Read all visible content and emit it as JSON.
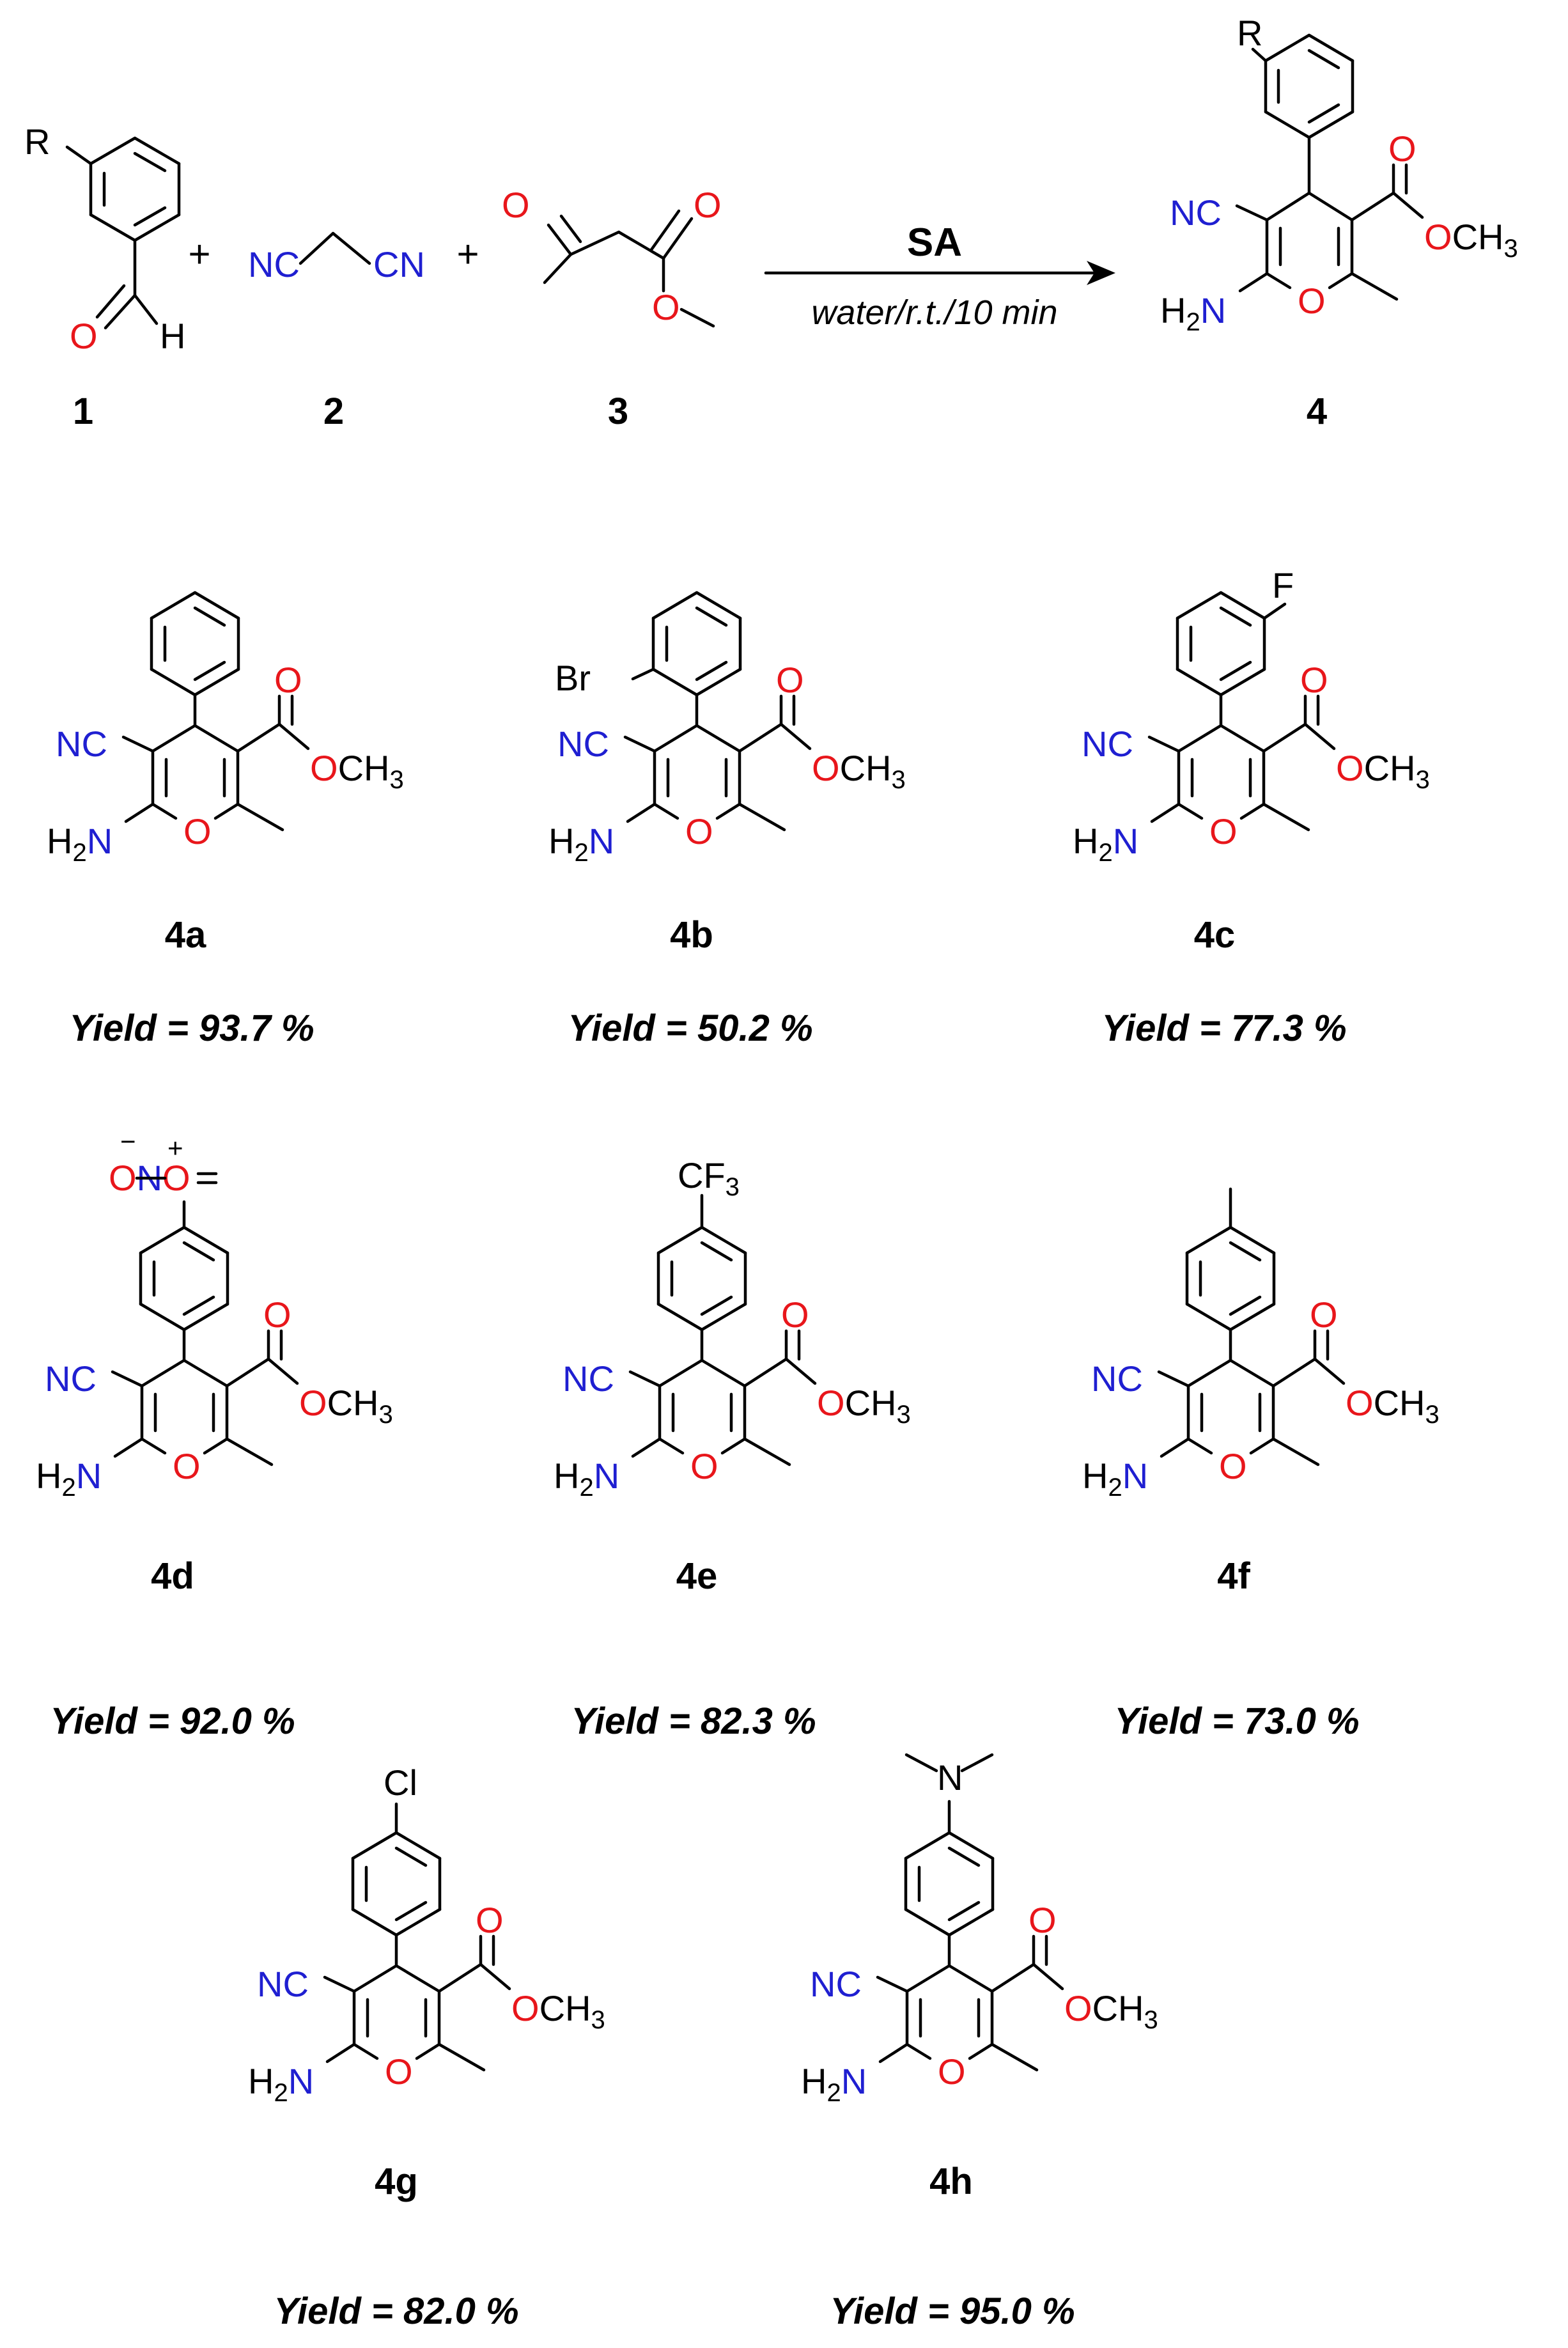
{
  "scheme": {
    "reaction": {
      "reagent": "SA",
      "conditions": "water/r.t./10 min",
      "plus": "+"
    },
    "reactants": [
      {
        "label": "1",
        "name": "aryl aldehyde",
        "atoms": {
          "R": "R",
          "O": "O",
          "H": "H"
        }
      },
      {
        "label": "2",
        "name": "malononitrile",
        "atoms": {
          "n1": "NC",
          "n2": "CN"
        }
      },
      {
        "label": "3",
        "name": "methyl acetoacetate",
        "atoms": {
          "O": "O"
        }
      }
    ],
    "product": {
      "label": "4",
      "atoms": {
        "R": "R",
        "nitrile": "NC",
        "ester": "OCH",
        "ester_sub": "3",
        "amine": "H",
        "amine_sub": "2",
        "amine_N": "N",
        "ring_O": "O",
        "carbonyl_O": "O"
      }
    },
    "colors": {
      "nitrogen": "#1f1fd1",
      "oxygen": "#e8161b",
      "bond": "#000000"
    },
    "examples": [
      {
        "label": "4a",
        "substituent": "",
        "yield_label": "Yield = 93.7 %",
        "yield_percent": 93.7
      },
      {
        "label": "4b",
        "substituent": "Br",
        "yield_label": "Yield = 50.2 %",
        "yield_percent": 50.2
      },
      {
        "label": "4c",
        "substituent": "F",
        "yield_label": "Yield = 77.3 %",
        "yield_percent": 77.3
      },
      {
        "label": "4d",
        "substituent": "NO2",
        "yield_label": "Yield = 92.0 %",
        "yield_percent": 92.0
      },
      {
        "label": "4e",
        "substituent": "CF3",
        "yield_label": "Yield = 82.3 %",
        "yield_percent": 82.3
      },
      {
        "label": "4f",
        "substituent": "",
        "yield_label": "Yield = 73.0 %",
        "yield_percent": 73.0
      },
      {
        "label": "4g",
        "substituent": "Cl",
        "yield_label": "Yield = 82.0 %",
        "yield_percent": 82.0
      },
      {
        "label": "4h",
        "substituent": "N",
        "yield_label": "Yield = 95.0 %",
        "yield_percent": 95.0
      }
    ]
  }
}
